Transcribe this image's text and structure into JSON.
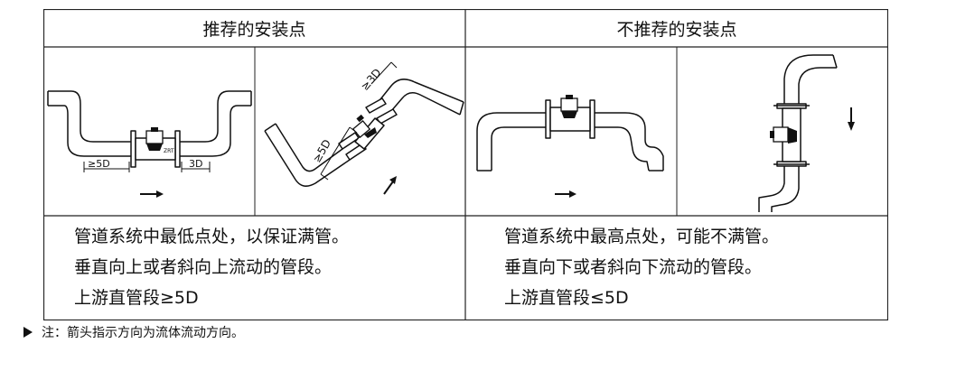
{
  "headers": {
    "recommended": "推荐的安装点",
    "not_recommended": "不推荐的安装点"
  },
  "recommended": {
    "dim_left": "≥5D",
    "dim_right": "3D",
    "dim_incline_long": "≥5D",
    "dim_incline_short": "≥3D",
    "lines": [
      "管道系统中最低点处，以保证满管。",
      "垂直向上或者斜向上流动的管段。",
      "上游直管段≥5D"
    ]
  },
  "not_recommended": {
    "lines": [
      "管道系统中最高点处，可能不满管。",
      "垂直向下或者斜向下流动的管段。",
      "上游直管段≤5D"
    ]
  },
  "note": "注：箭头指示方向为流体流动方向。"
}
